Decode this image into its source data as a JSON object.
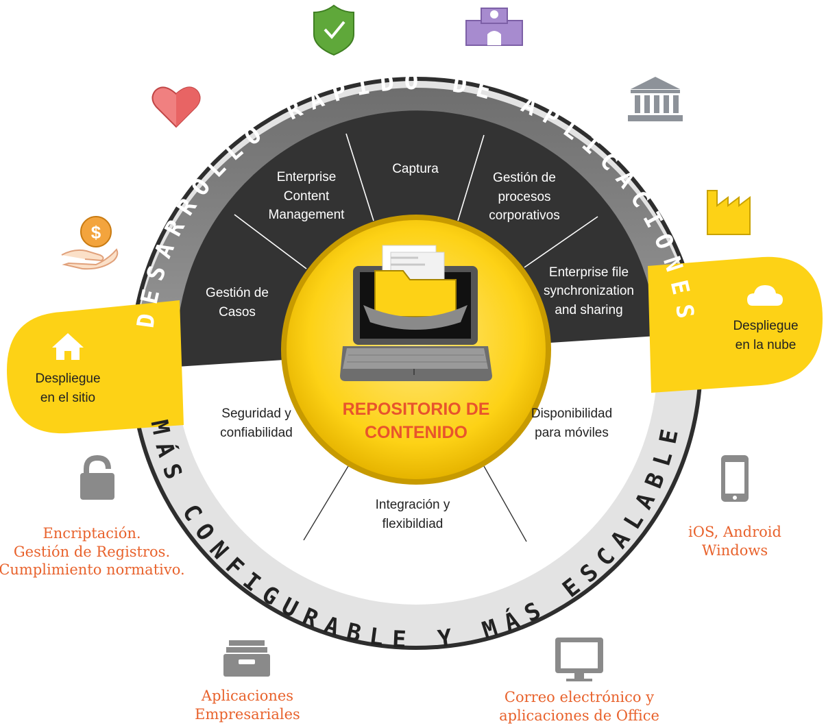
{
  "center": {
    "line1": "REPOSITORIO DE",
    "line2": "CONTENIDO"
  },
  "ring": {
    "top": "DESARROLLO RÁPIDO DE APLICACIONES",
    "bottom": "MÁS CONFIGURABLE Y MÁS ESCALABLE"
  },
  "top_segments": {
    "gestion_casos": [
      "Gestión de",
      "Casos"
    ],
    "ecm": [
      "Enterprise",
      "Content",
      "Management"
    ],
    "captura": [
      "Captura"
    ],
    "procesos": [
      "Gestión de",
      "procesos",
      "corporativos"
    ],
    "efss": [
      "Enterprise file",
      "synchronization",
      "and sharing"
    ]
  },
  "bottom_segments": {
    "seguridad": [
      "Seguridad y",
      "confiabilidad"
    ],
    "integracion": [
      "Integración y",
      "flexibildiad"
    ],
    "moviles": [
      "Disponibilidad",
      "para móviles"
    ]
  },
  "deploy": {
    "left": [
      "Despliegue",
      "en el sitio"
    ],
    "right": [
      "Despliegue",
      "en la nube"
    ]
  },
  "features": {
    "encryption": [
      "Encriptación.",
      "Gestión de Registros.",
      "Cumplimiento normativo."
    ],
    "mobile": [
      "iOS, Android",
      "Windows"
    ],
    "apps": [
      "Aplicaciones",
      "Empresariales"
    ],
    "office": [
      "Correo electrónico y",
      "aplicaciones de Office"
    ]
  },
  "colors": {
    "accent_yellow": "#fdd216",
    "dark_segment": "#333333",
    "ring_gray": "#8a8a8a",
    "orange_text": "#e8622c",
    "center_text": "#e8542c"
  },
  "icons": [
    "heart-icon",
    "shield-check-icon",
    "school-icon",
    "bank-icon",
    "factory-icon",
    "money-hand-icon",
    "home-icon",
    "cloud-icon",
    "lock-icon",
    "smartphone-icon",
    "file-cabinet-icon",
    "monitor-icon",
    "laptop-folder-icon"
  ]
}
